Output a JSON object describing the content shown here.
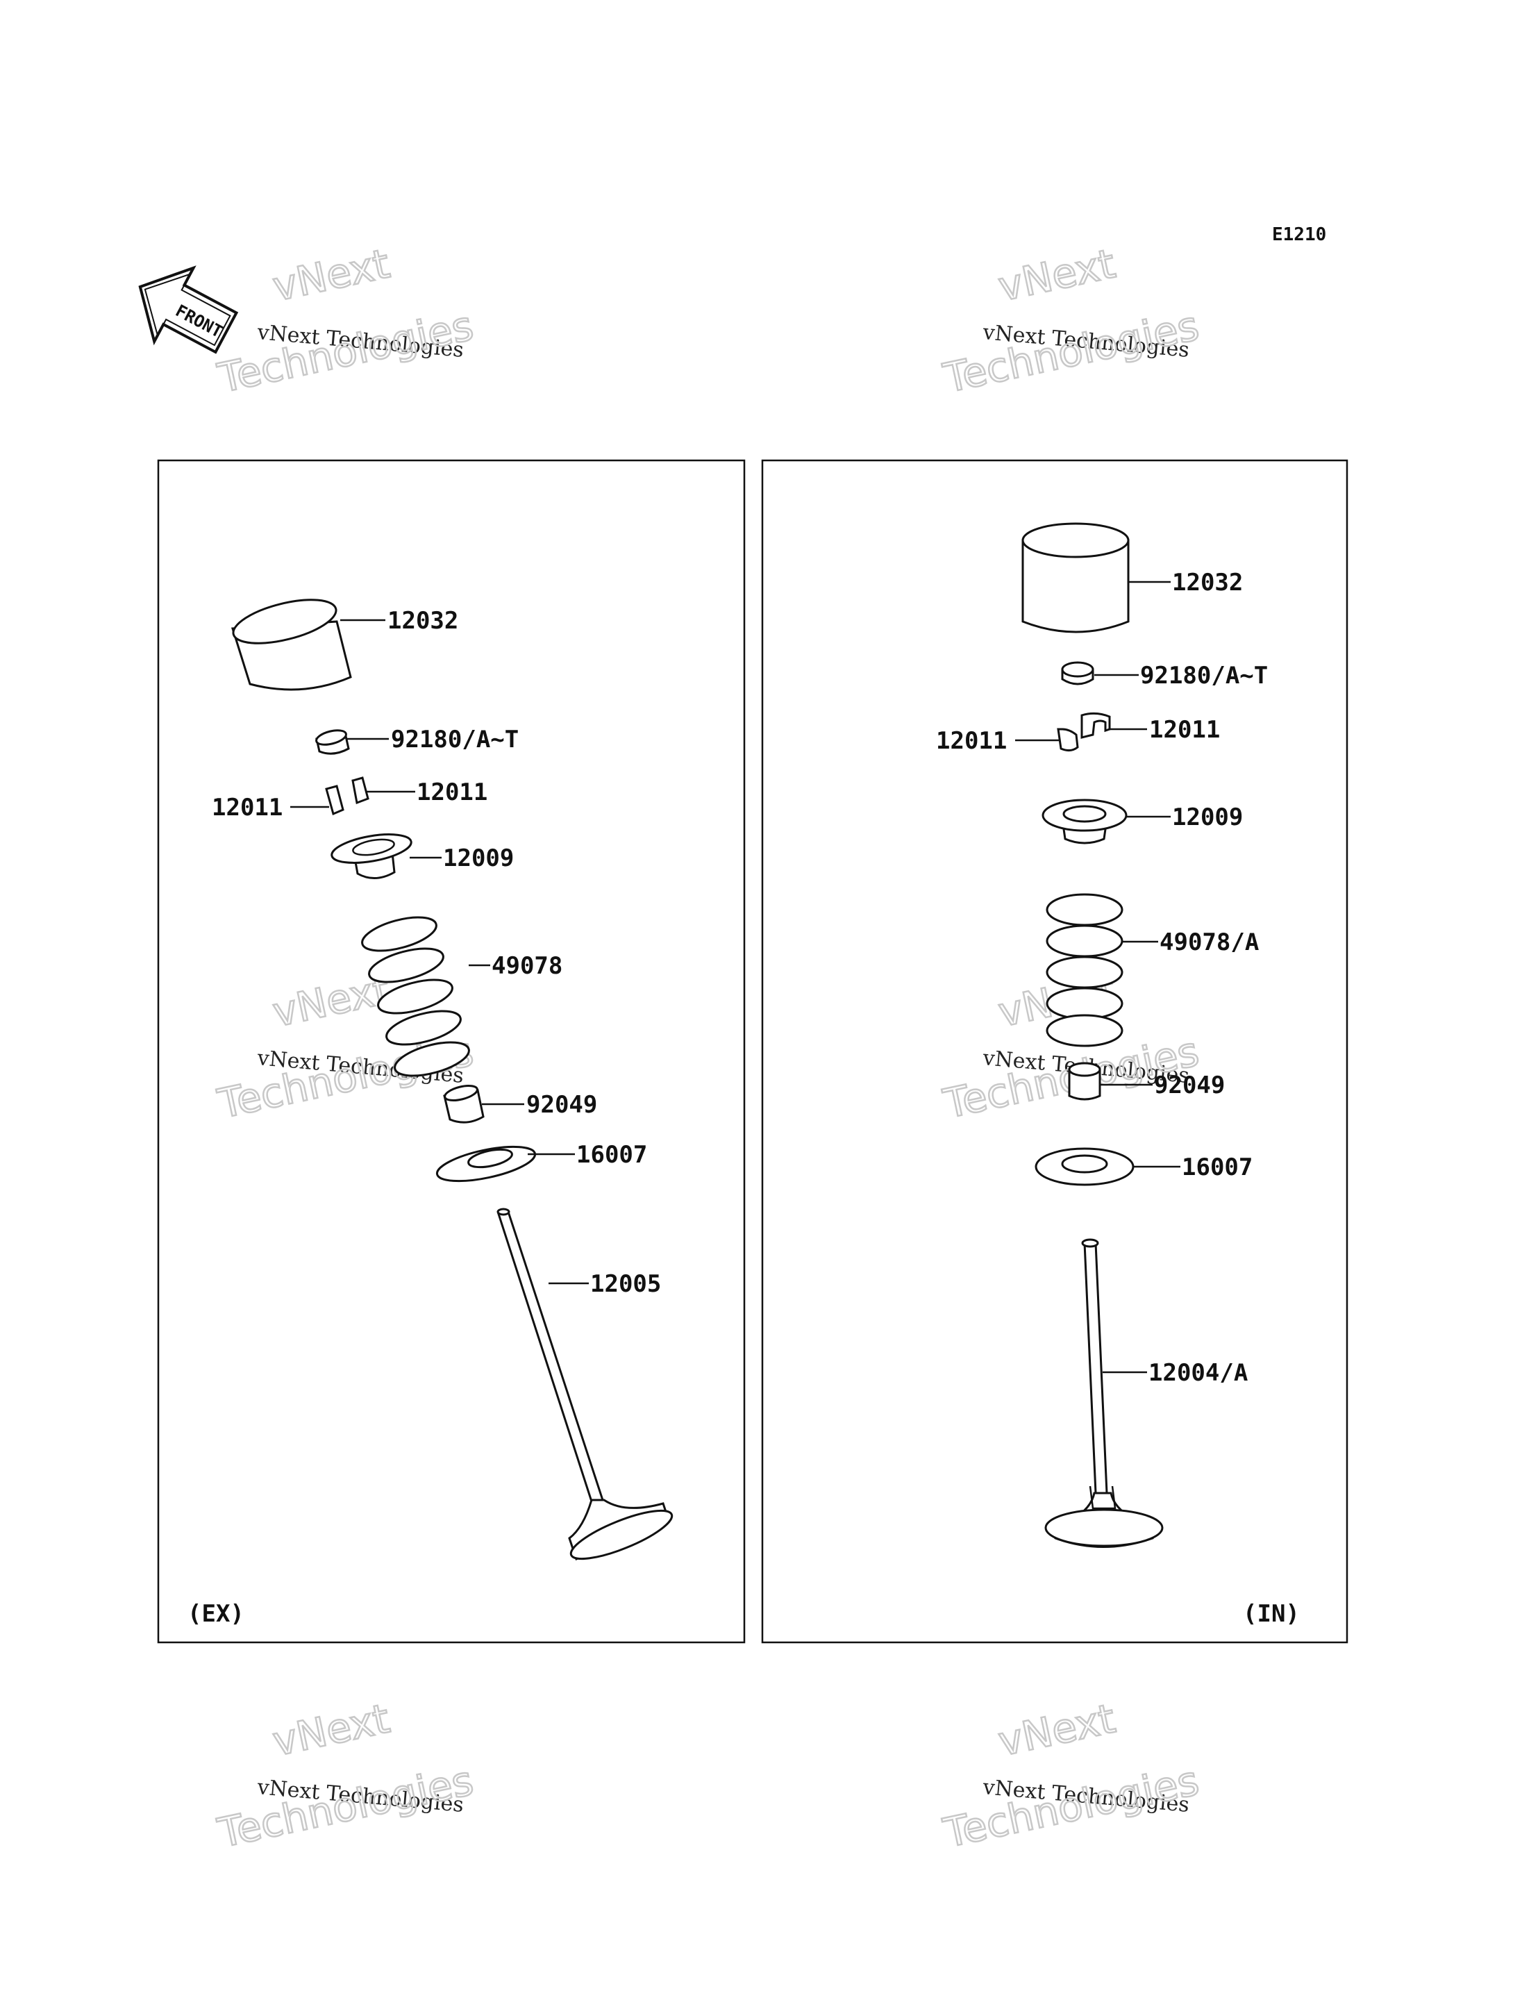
{
  "diagram_code": "E1210",
  "front_marker": "FRONT",
  "watermark": {
    "line1": "vNext",
    "line2": "vNext Technologies",
    "line3": "Technologies"
  },
  "panels": {
    "exhaust": {
      "caption": "(EX)",
      "parts": {
        "tappet": "12032",
        "shim": "92180/A~T",
        "cotter_right": "12011",
        "cotter_left": "12011",
        "spring_retainer": "12009",
        "valve_spring": "49078",
        "stem_seal": "92049",
        "spring_seat": "16007",
        "valve": "12005"
      }
    },
    "intake": {
      "caption": "(IN)",
      "parts": {
        "tappet": "12032",
        "shim": "92180/A~T",
        "cotter_right": "12011",
        "cotter_left": "12011",
        "spring_retainer": "12009",
        "valve_spring": "49078/A",
        "stem_seal": "92049",
        "spring_seat": "16007",
        "valve": "12004/A"
      }
    }
  }
}
